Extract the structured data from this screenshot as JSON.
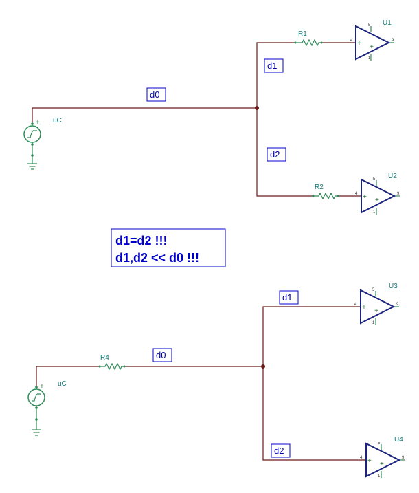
{
  "nets": {
    "d0": "d0",
    "d1": "d1",
    "d2": "d2"
  },
  "components": {
    "source": "uC",
    "R1": "R1",
    "R2": "R2",
    "R4": "R4",
    "U1": "U1",
    "U2": "U2",
    "U3": "U3",
    "U4": "U4"
  },
  "pins": {
    "in": "4",
    "top": "5",
    "out": "9",
    "bottom": "1"
  },
  "symbols": {
    "plus": "+"
  },
  "note": {
    "line1": "d1=d2 !!!",
    "line2": "d1,d2 << d0  !!!"
  },
  "colors": {
    "wire": "#6b1a1a",
    "component": "#2e8b57",
    "amplifier": "#1a237e",
    "label": "#137a7a",
    "net_label": "#0000cc"
  }
}
